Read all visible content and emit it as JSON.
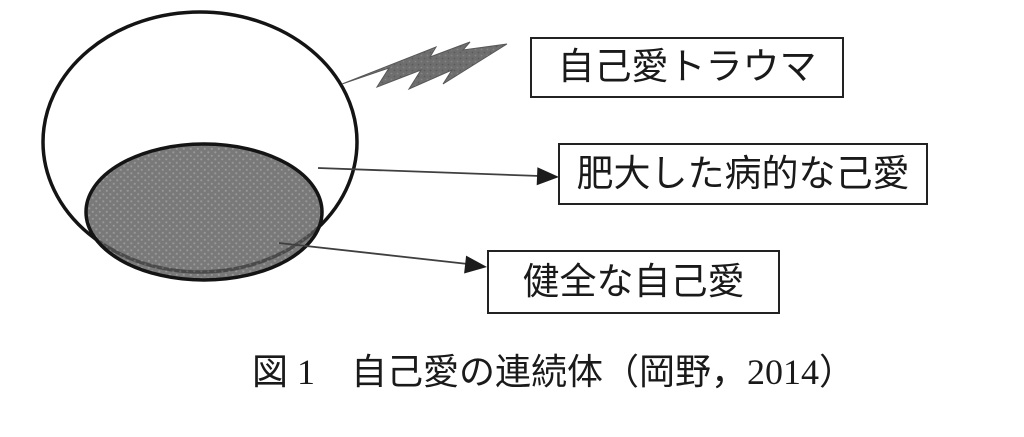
{
  "figure": {
    "boxes": {
      "trauma": {
        "label": "自己愛トラウマ"
      },
      "pathological": {
        "label": "肥大した病的な己愛"
      },
      "healthy": {
        "label": "健全な自己愛"
      }
    },
    "caption": "図 1　自己愛の連続体（岡野，2014）",
    "icons": {
      "lightning": "lightning-bolt-icon"
    },
    "colors": {
      "background": "#ffffff",
      "outline": "#141414",
      "core_fill": "#585858",
      "core_texture_dot": "#7d7d7d",
      "bolt_fill": "#6e6e6e",
      "arrow_line": "#3f3f3f",
      "arrowhead": "#1c1c1c",
      "box_border": "#222222",
      "text": "#1a1a1a"
    }
  }
}
